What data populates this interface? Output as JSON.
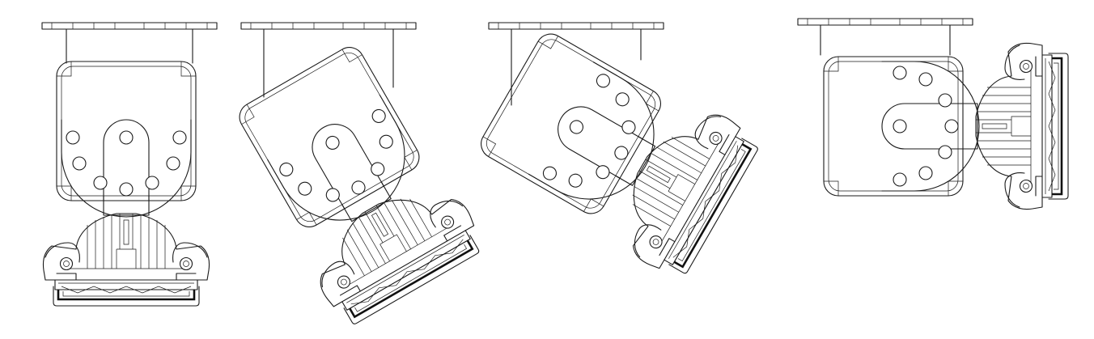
{
  "diagram": {
    "views": [
      {
        "id": "view-1",
        "rotation_deg": 0,
        "head_position": "below"
      },
      {
        "id": "view-2",
        "rotation_deg": -30,
        "head_position": "below-right"
      },
      {
        "id": "view-3",
        "rotation_deg": -60,
        "head_position": "right-below"
      },
      {
        "id": "view-4",
        "rotation_deg": -90,
        "head_position": "right"
      }
    ],
    "line_color": "#1a1a1a",
    "background": "#ffffff"
  }
}
